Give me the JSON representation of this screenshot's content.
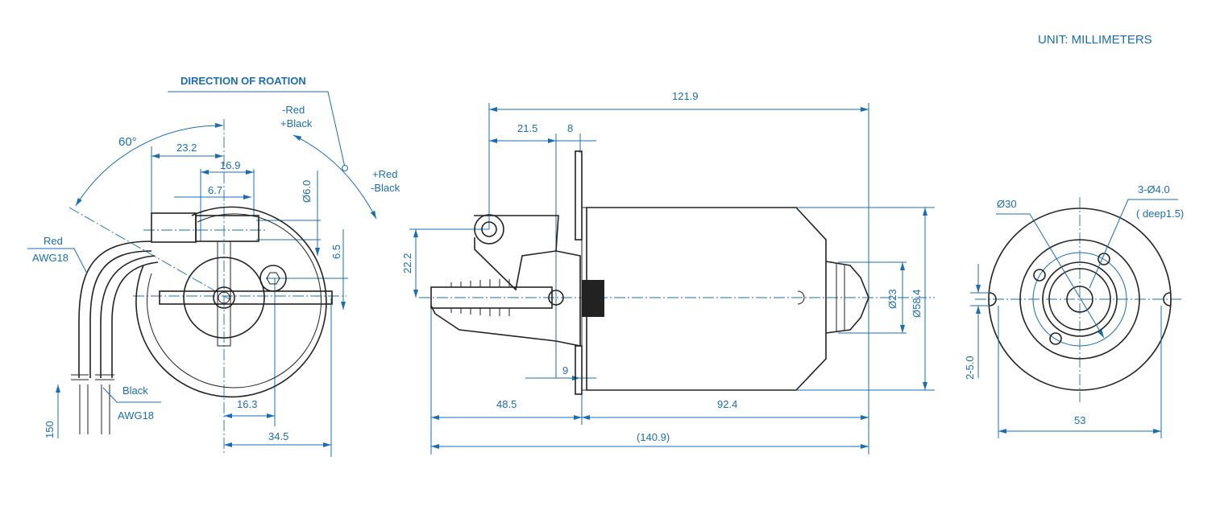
{
  "header": {
    "unit_label": "UNIT: MILLIMETERS"
  },
  "colors": {
    "dimension": "#1a6db4",
    "outline": "#222222"
  },
  "left_view": {
    "direction_label": "DIRECTION OF ROATION",
    "ccw_label_1": "-Red",
    "ccw_label_2": "+Black",
    "cw_label_1": "+Red",
    "cw_label_2": "-Black",
    "angle": "60°",
    "dims": {
      "d23_2": "23.2",
      "d16_9": "16.9",
      "d6_7": "6.7",
      "dia6": "Ø6.0",
      "d6_5": "6.5",
      "d16_3": "16.3",
      "d34_5": "34.5",
      "d150": "150"
    },
    "wire_red_1": "Red",
    "wire_red_2": "AWG18",
    "wire_black_1": "Black",
    "wire_black_2": "AWG18"
  },
  "side_view": {
    "dims": {
      "d121_9": "121.9",
      "d21_5": "21.5",
      "d8": "8",
      "d22_2": "22.2",
      "d9": "9",
      "d48_5": "48.5",
      "d92_4": "92.4",
      "d140_9": "(140.9)",
      "dia23": "Ø23",
      "dia58_4": "Ø58.4"
    }
  },
  "front_view": {
    "dims": {
      "dia30": "Ø30",
      "holes": "3-Ø4.0",
      "deep": "( deep1.5)",
      "slot": "2-5.0",
      "d53": "53"
    }
  }
}
